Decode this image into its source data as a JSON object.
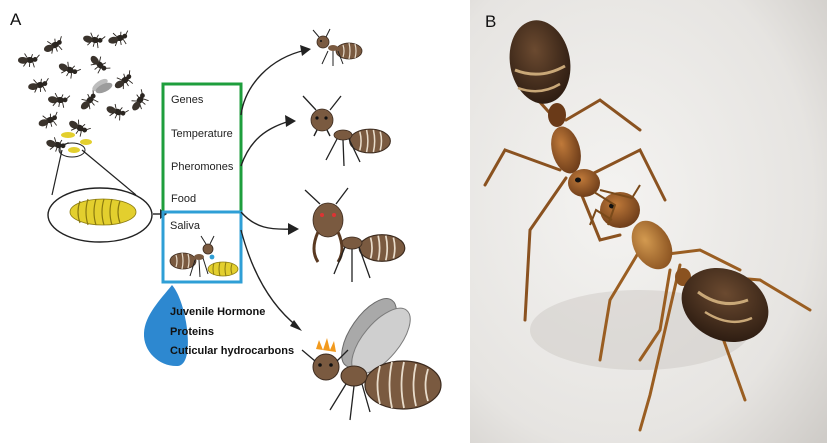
{
  "panel_a": {
    "label": "A",
    "factors": [
      "Genes",
      "Temperature",
      "Pheromones",
      "Food"
    ],
    "saliva_label": "Saliva",
    "saliva_contents": [
      "Juvenile Hormone",
      "Proteins",
      "Cuticular hydrocarbons"
    ],
    "colors": {
      "factor_box": "#1e9e3c",
      "saliva_box": "#2f9fd6",
      "saliva_drop": "#2d88d0",
      "larva": "#e3cf2e",
      "ant_body": "#7a5a40",
      "ant_stripe": "#e8dccb"
    },
    "castes": [
      "small-worker",
      "large-worker",
      "soldier",
      "winged-queen"
    ]
  },
  "panel_b": {
    "label": "B",
    "photo_subject": "two-ants-trophallaxis"
  }
}
